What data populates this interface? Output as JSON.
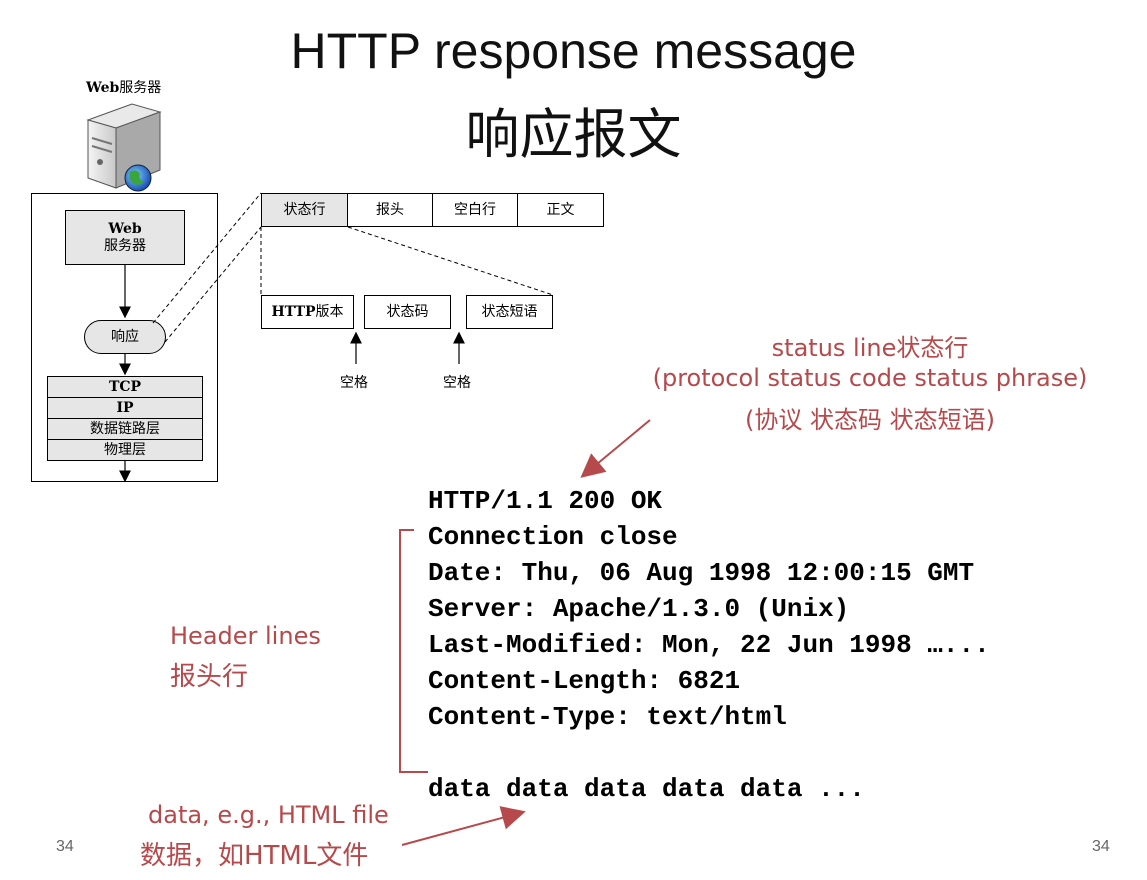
{
  "title": {
    "main": "HTTP response message",
    "sub": "响应报文"
  },
  "server": {
    "label_bold": "Web",
    "label_rest": "服务器"
  },
  "stack": {
    "web_server_line1": "Web",
    "web_server_line2": "服务器",
    "response": "响应",
    "layers": [
      "TCP",
      "IP",
      "数据链路层",
      "物理层"
    ]
  },
  "message_parts": [
    "状态行",
    "报头",
    "空白行",
    "正文"
  ],
  "status_parts": {
    "http_version_bold": "HTTP",
    "http_version_rest": "版本",
    "status_code": "状态码",
    "status_phrase": "状态短语",
    "space1": "空格",
    "space2": "空格"
  },
  "annotations": {
    "status_line": "status line状态行",
    "status_line_en": "(protocol status code status phrase)",
    "status_line_zh": "(协议 状态码 状态短语)",
    "header_lines": "Header lines",
    "header_lines_zh": "报头行",
    "data_file": "data, e.g., HTML file",
    "data_file_zh": "数据，如HTML文件"
  },
  "response_lines": [
    "HTTP/1.1 200 OK",
    "Connection close",
    "Date: Thu, 06 Aug 1998 12:00:15 GMT",
    "Server: Apache/1.3.0 (Unix)",
    "Last-Modified: Mon, 22 Jun 1998 …...",
    "Content-Length: 6821",
    "Content-Type: text/html",
    "data data data data data ..."
  ],
  "page_number_left": "34",
  "page_number_right": "34",
  "colors": {
    "annotation": "#b5494b",
    "box_fill": "#e6e6e6"
  }
}
